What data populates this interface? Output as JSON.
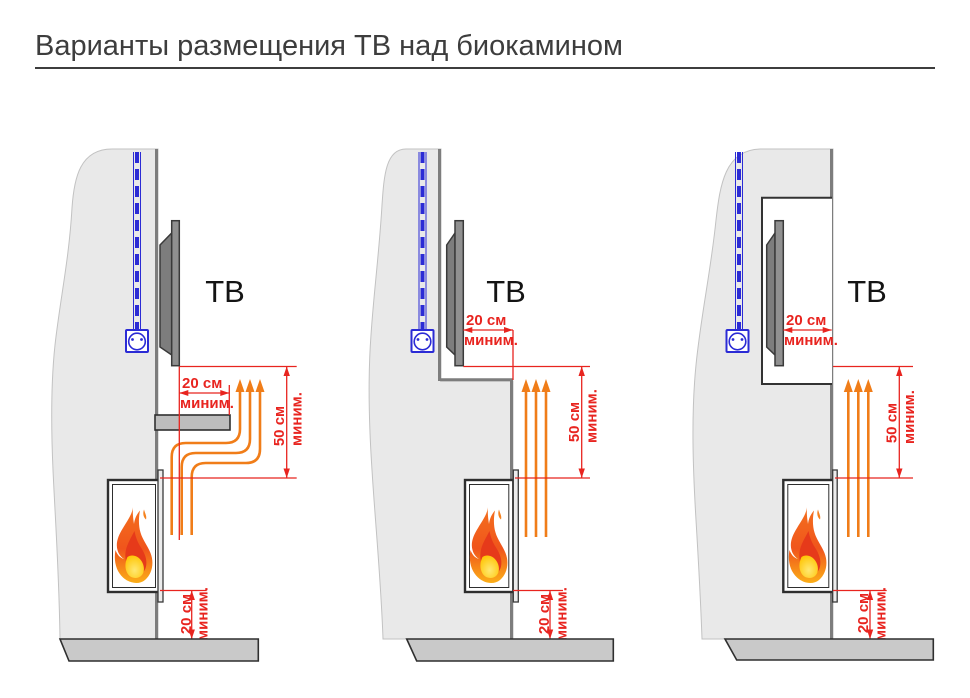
{
  "title": "Варианты размещения ТВ над биокамином",
  "colors": {
    "accent_red": "#e8241f",
    "heat_orange": "#f07d19",
    "electric_blue": "#2b2bd5",
    "wall_gray": "#e9e9e9",
    "floor_gray": "#c9c9c9",
    "tv_gray": "#909090"
  },
  "diagrams": [
    {
      "id": "tv-on-wall-with-protective-shelf",
      "tv_label": "ТВ",
      "dims": {
        "shelf_depth": {
          "value": "20 см",
          "qualifier": "миним."
        },
        "above_firebox": {
          "value": "50 см",
          "qualifier": "миним."
        },
        "below_firebox": {
          "value": "20 см",
          "qualifier": "миним."
        }
      }
    },
    {
      "id": "tv-recessed-behind-front-wall",
      "tv_label": "ТВ",
      "dims": {
        "recess_depth": {
          "value": "20 см",
          "qualifier": "миним."
        },
        "above_firebox": {
          "value": "50 см",
          "qualifier": "миним."
        },
        "below_firebox": {
          "value": "20 см",
          "qualifier": "миним."
        }
      }
    },
    {
      "id": "tv-in-wall-niche",
      "tv_label": "ТВ",
      "dims": {
        "niche_depth": {
          "value": "20 см",
          "qualifier": "миним."
        },
        "above_firebox": {
          "value": "50 см",
          "qualifier": "миним."
        },
        "below_firebox": {
          "value": "20 см",
          "qualifier": "миним."
        }
      }
    }
  ]
}
